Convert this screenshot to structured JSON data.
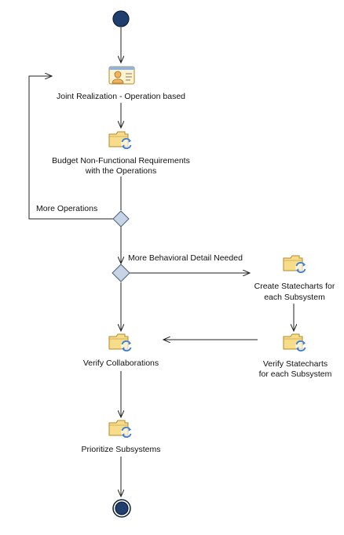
{
  "colors": {
    "node_fill": "#1f3f6e",
    "node_stroke": "#0d1f3a",
    "decision_fill": "#c6d4e6",
    "decision_stroke": "#4a5f7d",
    "folder_fill": "#f7dc8a",
    "folder_stroke": "#b48a2c",
    "refresh_icon": "#3a7ed6"
  },
  "nodes": {
    "joint_realization": {
      "label": "Joint Realization - Operation based",
      "icon": "card-person-icon"
    },
    "budget_nfr": {
      "line1": "Budget Non-Functional Requirements",
      "line2": "with the Operations",
      "icon": "folder-refresh-icon"
    },
    "create_statecharts": {
      "line1": "Create Statecharts for",
      "line2": "each Subsystem",
      "icon": "folder-refresh-icon"
    },
    "verify_statecharts": {
      "line1": "Verify Statecharts",
      "line2": "for each Subsystem",
      "icon": "folder-refresh-icon"
    },
    "verify_collaborations": {
      "label": "Verify Collaborations",
      "icon": "folder-refresh-icon"
    },
    "prioritize_subsystems": {
      "label": "Prioritize Subsystems",
      "icon": "folder-refresh-icon"
    }
  },
  "guards": {
    "more_operations": "More Operations",
    "more_behavioral_detail": "More Behavioral Detail  Needed"
  }
}
